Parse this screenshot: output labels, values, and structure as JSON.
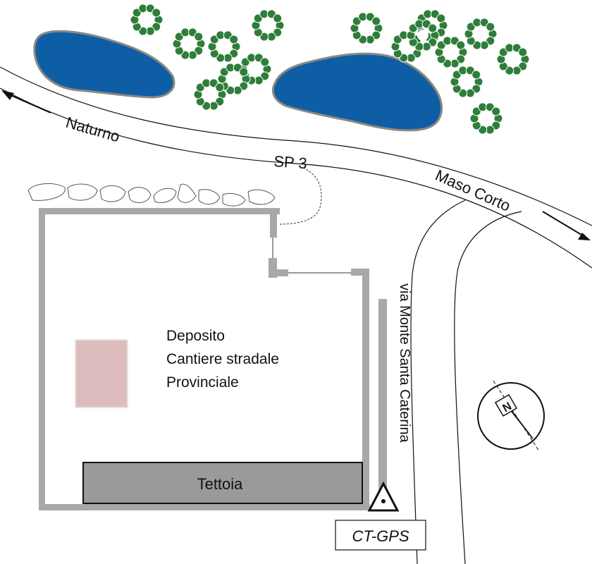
{
  "map": {
    "roads": {
      "main_road_name": "SP 3",
      "west_destination": "Naturno",
      "east_destination": "Maso Corto",
      "side_road_name": "via Monte Santa Caterina"
    },
    "site": {
      "name_lines": [
        "Deposito",
        "Cantiere stradale",
        "Provinciale"
      ],
      "shed_label": "Tettoia"
    },
    "gps_point": {
      "label": "CT-GPS",
      "symbol": "triangle-with-dot"
    },
    "north_arrow": {
      "letter": "N"
    },
    "colors": {
      "water": "#0e5ea6",
      "water_outline": "#8a8a80",
      "tree_fill": "#2f7d3a",
      "wall": "#a8a8a8",
      "shed": "#9a9a9a",
      "marked_area": "#dcbcbc"
    }
  }
}
